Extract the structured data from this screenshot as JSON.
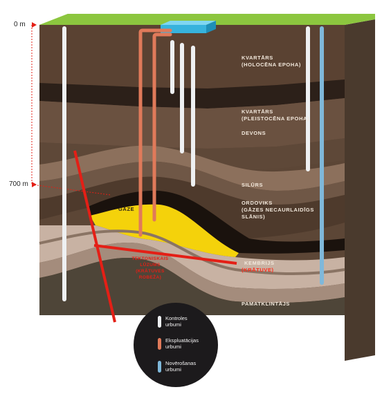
{
  "depth_markers": {
    "top": "0 m",
    "mid": "700 m"
  },
  "layers": {
    "quaternary_holocene": "KVARTĀRS\n(HOLOCĒNA EPOHA)",
    "quaternary_pleistocene": "KVARTĀRS\n(PLEISTOCĒNA EPOHA)",
    "devonian": "DEVONS",
    "silurian": "SILŪRS",
    "ordovician": "ORDOVIKS\n(GĀZES NECAURLAIDĪGS\nSLĀNIS)",
    "gas": "GĀZE",
    "cambrian": "KEMBRIJS",
    "cambrian_note": "(KRĀTUVE)",
    "basement": "PAMATKLINTĀJS"
  },
  "fault_label": "TEKTONISKAIS\nLŪZUMS\n(KRĀTUVES\nROBEŽA)",
  "legend": {
    "items": [
      {
        "label": "Kontroles\nurbumi",
        "color": "#eef0f2"
      },
      {
        "label": "Ekspluatācijas\nurbumi",
        "color": "#e07a5a"
      },
      {
        "label": "Novērošanas\nurbumi",
        "color": "#7fb8da"
      }
    ]
  },
  "colors": {
    "grass": "#8cc63f",
    "gas": "#f4d20b",
    "fault": "#e41f16",
    "control_well": "#eef0f2",
    "exploitation_well": "#e07a5a",
    "observation_well": "#7fb8da",
    "facility": "#4fc3e8"
  }
}
